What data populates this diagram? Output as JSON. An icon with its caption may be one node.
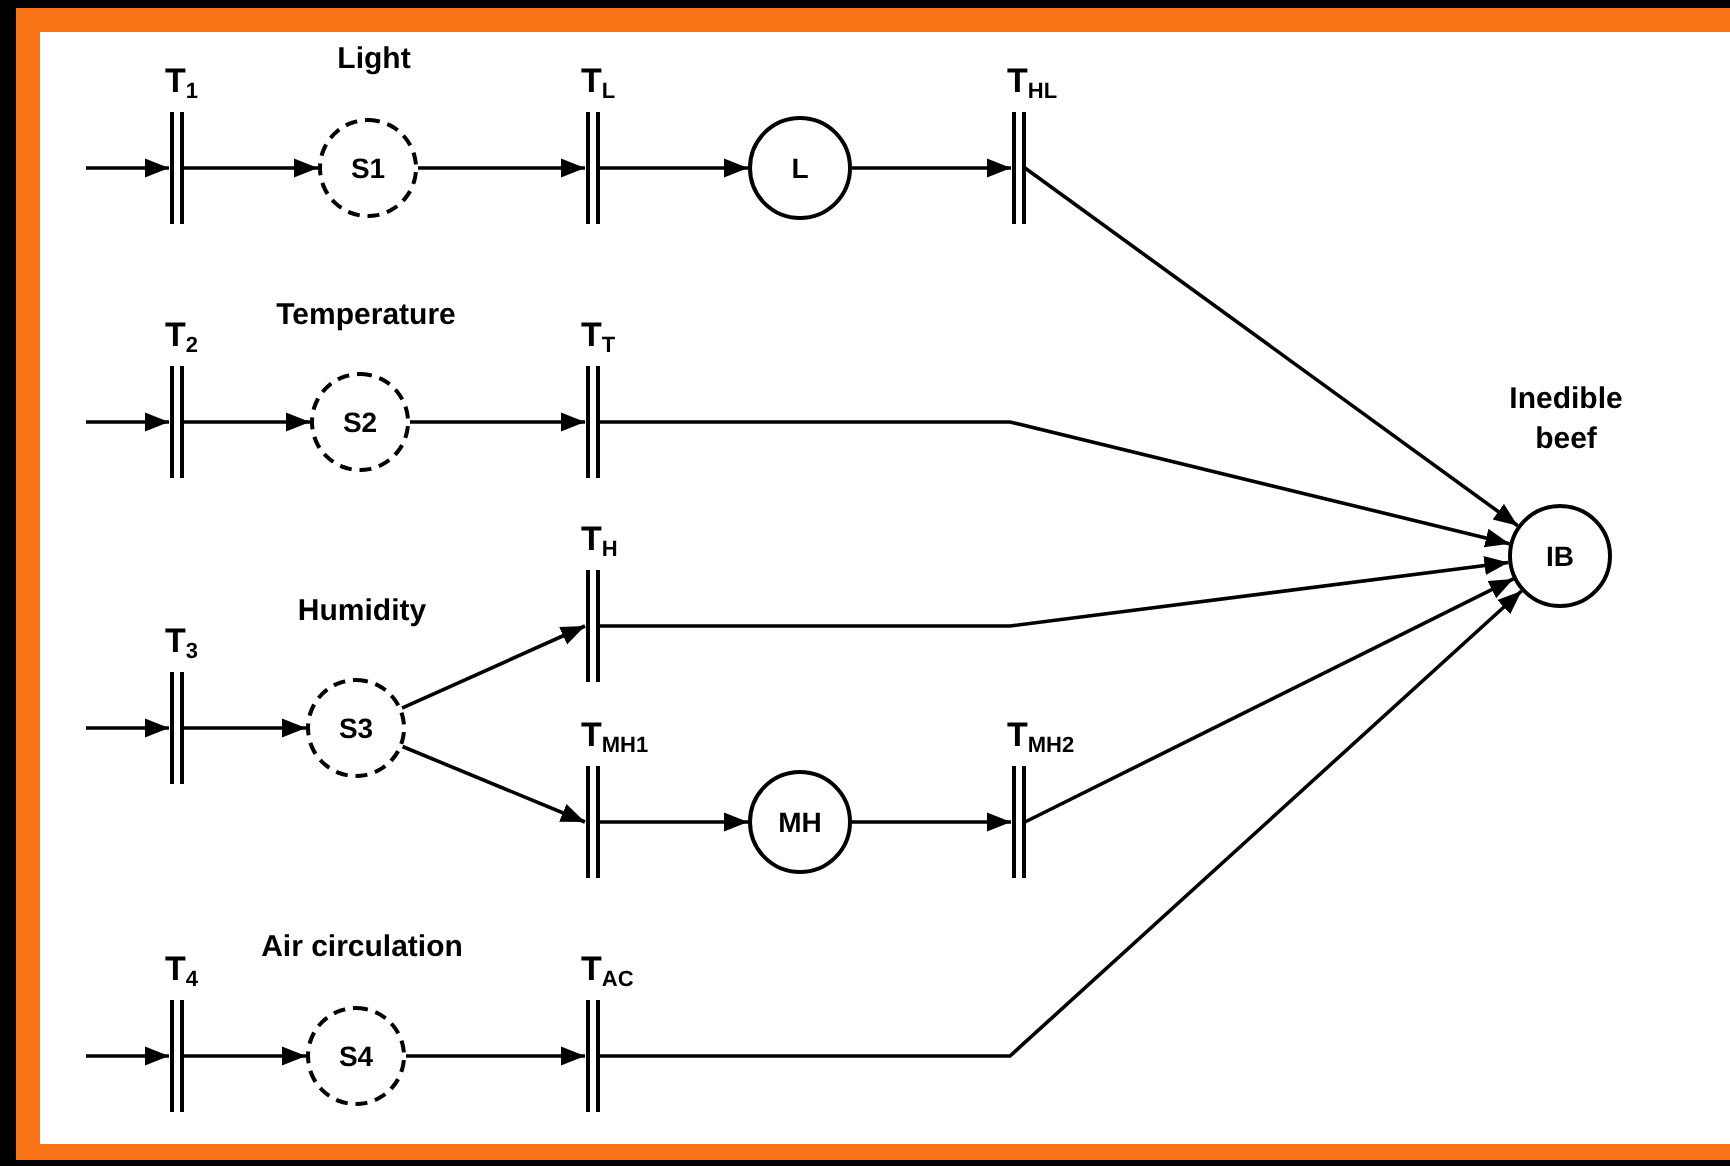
{
  "diagram": {
    "nodes": [
      {
        "text": [
          "T$_{1}$"
        ]
      },
      {
        "text": [
          "S1"
        ],
        "beside": [
          "Light"
        ]
      },
      {
        "text": [
          "T$_{L}$"
        ]
      },
      {
        "text": [
          "L"
        ]
      },
      {
        "text": [
          "T$_{HL}$"
        ]
      },
      {
        "text": [
          "T$_{2}$"
        ]
      },
      {
        "text": [
          "S2"
        ],
        "beside": [
          "Temperature"
        ]
      },
      {
        "text": [
          "T$_{T}$"
        ]
      },
      {
        "text": [
          "T$_{3}$"
        ]
      },
      {
        "text": [
          "S3"
        ],
        "beside": [
          "Humidity"
        ]
      },
      {
        "text": [
          "T$_{H}$"
        ]
      },
      {
        "text": [
          "T$_{MH1}$"
        ]
      },
      {
        "text": [
          "MH"
        ]
      },
      {
        "text": [
          "T$_{MH2}$"
        ]
      },
      {
        "text": [
          "T$_{4}$"
        ]
      },
      {
        "text": [
          "S4"
        ],
        "beside": [
          "Air circulation"
        ]
      },
      {
        "text": [
          "T$_{AC}$"
        ]
      },
      {
        "text": [
          "IB"
        ],
        "beside": [
          "Inedible beef"
        ]
      }
    ],
    "edges": [
      {
        "from": null,
        "to": 0,
        "arrow": "to"
      },
      {
        "from": 0,
        "to": 1,
        "arrow": "to"
      },
      {
        "from": 1,
        "to": 2,
        "arrow": "to"
      },
      {
        "from": 2,
        "to": 3,
        "arrow": "to"
      },
      {
        "from": 3,
        "to": 4,
        "arrow": "to"
      },
      {
        "from": 4,
        "to": 17,
        "arrow": "to"
      },
      {
        "from": null,
        "to": 5,
        "arrow": "to"
      },
      {
        "from": 5,
        "to": 6,
        "arrow": "to"
      },
      {
        "from": 6,
        "to": 7,
        "arrow": "to"
      },
      {
        "from": 7,
        "to": 17,
        "arrow": "to"
      },
      {
        "from": null,
        "to": 8,
        "arrow": "to"
      },
      {
        "from": 8,
        "to": 9,
        "arrow": "to"
      },
      {
        "from": 9,
        "to": 10,
        "arrow": "to"
      },
      {
        "from": 9,
        "to": 11,
        "arrow": "to"
      },
      {
        "from": 11,
        "to": 12,
        "arrow": "to"
      },
      {
        "from": 12,
        "to": 13,
        "arrow": "to"
      },
      {
        "from": 10,
        "to": 17,
        "arrow": "to"
      },
      {
        "from": 13,
        "to": 17,
        "arrow": "to"
      },
      {
        "from": null,
        "to": 14,
        "arrow": "to"
      },
      {
        "from": 14,
        "to": 15,
        "arrow": "to"
      },
      {
        "from": 15,
        "to": 16,
        "arrow": "to"
      },
      {
        "from": 16,
        "to": 17,
        "arrow": "to"
      }
    ]
  }
}
